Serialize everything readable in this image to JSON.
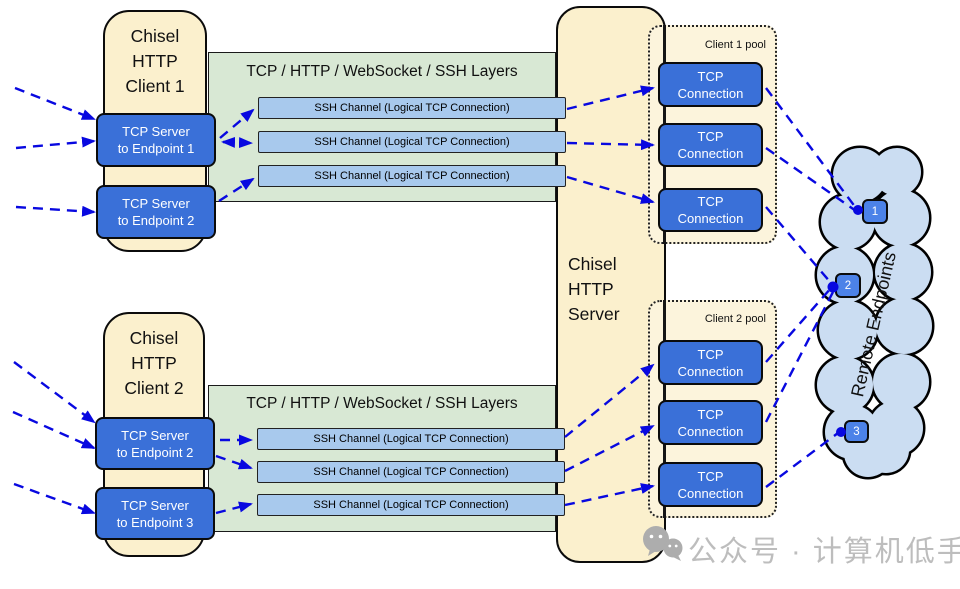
{
  "diagram": {
    "client1": {
      "title": [
        "Chisel",
        "HTTP",
        "Client 1"
      ],
      "servers": [
        {
          "line1": "TCP Server",
          "line2": "to Endpoint 1"
        },
        {
          "line1": "TCP Server",
          "line2": "to Endpoint 2"
        }
      ]
    },
    "client2": {
      "title": [
        "Chisel",
        "HTTP",
        "Client 2"
      ],
      "servers": [
        {
          "line1": "TCP Server",
          "line2": "to Endpoint 2"
        },
        {
          "line1": "TCP Server",
          "line2": "to Endpoint 3"
        }
      ]
    },
    "layers_label": "TCP / HTTP / WebSocket / SSH Layers",
    "ssh_channel_label": "SSH Channel (Logical TCP Connection)",
    "server_title": [
      "Chisel",
      "HTTP",
      "Server"
    ],
    "pools": [
      {
        "label": "Client 1 pool",
        "connections": [
          "TCP Connection",
          "TCP Connection",
          "TCP Connection"
        ]
      },
      {
        "label": "Client 2 pool",
        "connections": [
          "TCP Connection",
          "TCP Connection",
          "TCP Connection"
        ]
      }
    ],
    "cloud": {
      "label": "Remote Endpoints",
      "endpoints": [
        "1",
        "2",
        "3"
      ]
    },
    "colors": {
      "arrow_blue": "#0808E0",
      "cream": "#FBF0CD",
      "pool_cream": "#FCF4DC",
      "layer_green": "#D8E8D4",
      "channel_blue": "#A8C9ED",
      "box_blue": "#3A70D8",
      "endpoint_blue": "#4C82E8",
      "cloud_blue": "#CBDDF2"
    }
  },
  "watermark": {
    "text": "公众号 · 计算机低手"
  }
}
